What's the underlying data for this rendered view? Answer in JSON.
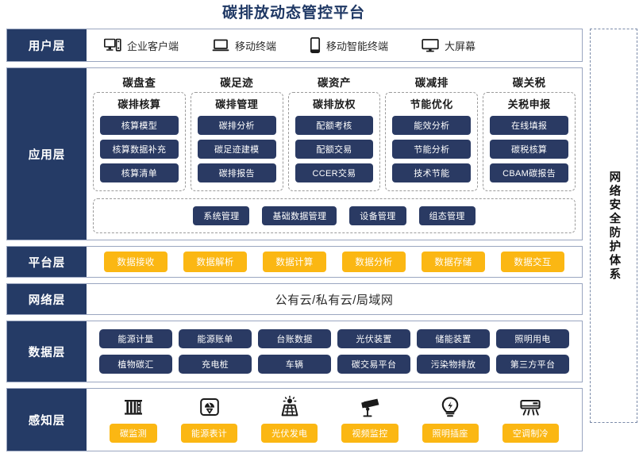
{
  "title": "碳排放动态管控平台",
  "security_band": {
    "label": "网络安全防护体系"
  },
  "layers": {
    "user": {
      "label": "用户层",
      "items": [
        {
          "icon": "desktop-tower-icon",
          "label": "企业客户端"
        },
        {
          "icon": "laptop-icon",
          "label": "移动终端"
        },
        {
          "icon": "smartphone-icon",
          "label": "移动智能终端"
        },
        {
          "icon": "monitor-icon",
          "label": "大屏幕"
        }
      ]
    },
    "application": {
      "label": "应用层",
      "columns": [
        {
          "title": "碳盘查",
          "sub": "碳排核算",
          "items": [
            "核算模型",
            "核算数据补充",
            "核算清单"
          ]
        },
        {
          "title": "碳足迹",
          "sub": "碳排管理",
          "items": [
            "碳排分析",
            "碳足迹建模",
            "碳排报告"
          ]
        },
        {
          "title": "碳资产",
          "sub": "碳排放权",
          "items": [
            "配额考核",
            "配额交易",
            "CCER交易"
          ]
        },
        {
          "title": "碳减排",
          "sub": "节能优化",
          "items": [
            "能效分析",
            "节能分析",
            "技术节能"
          ]
        },
        {
          "title": "碳关税",
          "sub": "关税申报",
          "items": [
            "在线填报",
            "碳税核算",
            "CBAM碳报告"
          ]
        }
      ],
      "management": [
        "系统管理",
        "基础数据管理",
        "设备管理",
        "组态管理"
      ]
    },
    "platform": {
      "label": "平台层",
      "items": [
        "数据接收",
        "数据解析",
        "数据计算",
        "数据分析",
        "数据存储",
        "数据交互"
      ]
    },
    "network": {
      "label": "网络层",
      "text": "公有云/私有云/局域网"
    },
    "data": {
      "label": "数据层",
      "row1": [
        "能源计量",
        "能源账单",
        "台账数据",
        "光伏装置",
        "储能装置",
        "照明用电"
      ],
      "row2": [
        "植物碳汇",
        "充电桩",
        "车辆",
        "碳交易平台",
        "污染物排放",
        "第三方平台"
      ]
    },
    "sense": {
      "label": "感知层",
      "items": [
        {
          "icon": "carbon-monitor-icon",
          "label": "碳监测"
        },
        {
          "icon": "energy-meter-icon",
          "label": "能源表计"
        },
        {
          "icon": "solar-panel-icon",
          "label": "光伏发电"
        },
        {
          "icon": "cctv-camera-icon",
          "label": "视频监控"
        },
        {
          "icon": "lightbulb-icon",
          "label": "照明插座"
        },
        {
          "icon": "air-conditioner-icon",
          "label": "空调制冷"
        }
      ]
    }
  },
  "colors": {
    "title_blue": "#1f3864",
    "layer_label_navy": "#253b66",
    "chip_navy": "#2a3a63",
    "chip_yellow": "#fbb713",
    "border_gray": "#9aa6c0"
  }
}
